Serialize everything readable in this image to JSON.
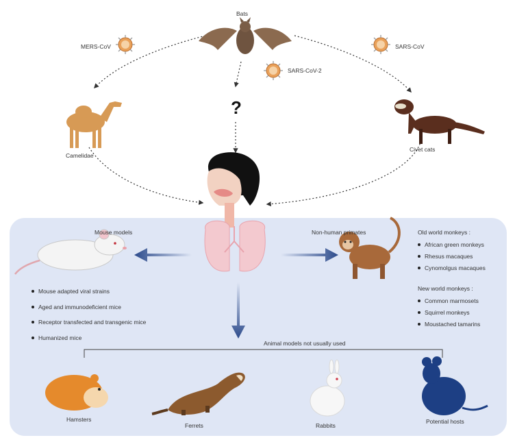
{
  "top": {
    "bats": "Bats",
    "mers": "MERS-CoV",
    "sars": "SARS-CoV",
    "sars2": "SARS-CoV-2",
    "question": "?",
    "camelidae": "Camelidae",
    "civet": "Civet cats"
  },
  "mouse_models": {
    "title": "Mouse models",
    "items": [
      "Mouse adapted viral strains",
      "Aged and immunodeficient mice",
      "Receptor transfected and transgenic mice",
      "Humanized mice"
    ]
  },
  "primates": {
    "title": "Non-human primates",
    "old_world_heading": "Old world monkeys :",
    "old_world": [
      "African green monkeys",
      "Rhesus macaques",
      "Cynomolgus macaques"
    ],
    "new_world_heading": "New world monkeys :",
    "new_world": [
      "Common marmosets",
      "Squirrel monkeys",
      "Moustached tamarins"
    ]
  },
  "other_models": {
    "title": "Animal models not usually used",
    "animals": [
      "Hamsters",
      "Ferrets",
      "Rabbits",
      "Potential hosts"
    ]
  },
  "colors": {
    "panel": "#dfe6f5",
    "arrow": "#2b4a8b",
    "virus": "#e08a3a",
    "bat": "#8b6a4f"
  },
  "icons": [
    "bat-icon",
    "virus-icon",
    "camel-icon",
    "civet-icon",
    "human-icon",
    "mouse-icon",
    "monkey-icon",
    "hamster-icon",
    "ferret-icon",
    "rabbit-icon",
    "rodent-silhouette-icon"
  ]
}
